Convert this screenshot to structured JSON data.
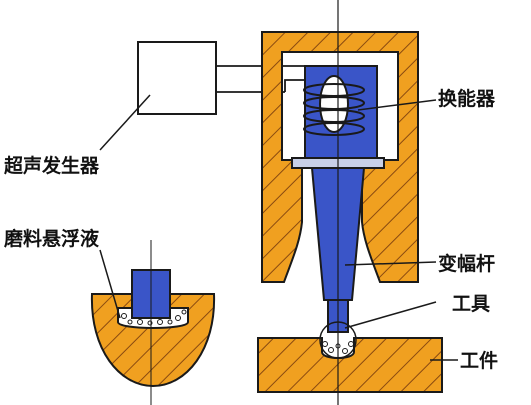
{
  "labels": {
    "generator": "超声发生器",
    "transducer": "换能器",
    "horn": "变幅杆",
    "tool": "工具",
    "workpiece": "工件",
    "slurry": "磨料悬浮液"
  },
  "colors": {
    "metal": "#f0a020",
    "hatch": "#8a4a10",
    "steel": "#3a55c8",
    "steel_light": "#6a86e0",
    "outline": "#1a1a1a",
    "plate": "#c8d0e8"
  }
}
